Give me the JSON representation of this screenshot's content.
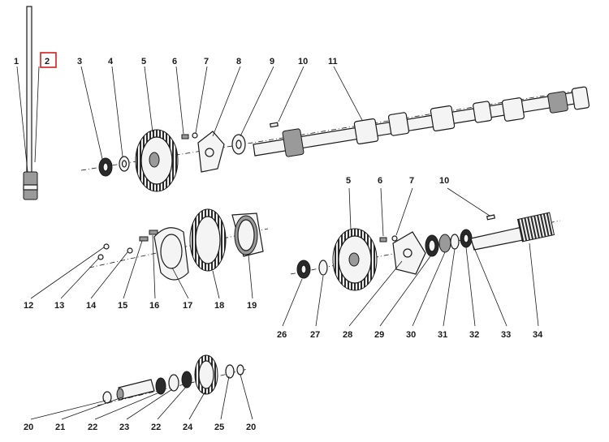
{
  "highlight": {
    "label": "2",
    "color": "#d11f1f"
  },
  "callouts": {
    "c1": "1",
    "c2": "2",
    "c3": "3",
    "c4": "4",
    "c5": "5",
    "c6": "6",
    "c7": "7",
    "c8": "8",
    "c9": "9",
    "c10": "10",
    "c11": "11",
    "c12": "12",
    "c13": "13",
    "c14": "14",
    "c15": "15",
    "c16": "16",
    "c17": "17",
    "c18": "18",
    "c19": "19",
    "d5": "5",
    "d6": "6",
    "d7": "7",
    "d10": "10",
    "c26": "26",
    "c27": "27",
    "c28": "28",
    "c29": "29",
    "c30": "30",
    "c31": "31",
    "c32": "32",
    "c33": "33",
    "c34": "34",
    "e20a": "20",
    "c21": "21",
    "e22a": "22",
    "c23": "23",
    "e22b": "22",
    "c24": "24",
    "c25": "25",
    "e20b": "20"
  }
}
